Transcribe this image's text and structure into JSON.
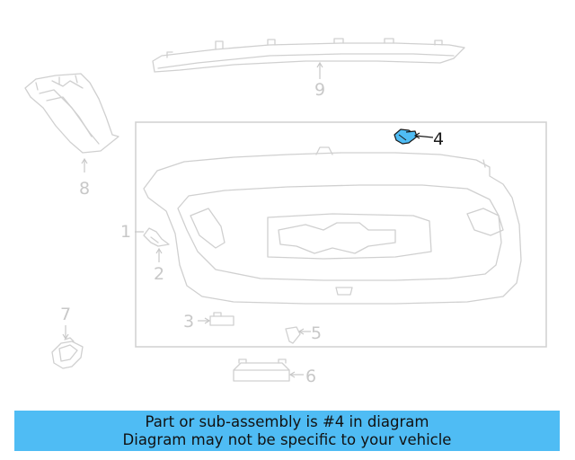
{
  "callouts": {
    "c1": "1",
    "c2": "2",
    "c3": "3",
    "c4": "4",
    "c5": "5",
    "c6": "6",
    "c7": "7",
    "c8": "8",
    "c9": "9"
  },
  "highlighted_part": "4",
  "colors": {
    "highlight_fill": "#4fbcf4",
    "banner_bg": "#4fbcf4",
    "line_gray": "#d0d0d0",
    "active_text": "#1a1a1a"
  },
  "banner": {
    "line1": "Part or sub-assembly is #4 in diagram",
    "line2": "Diagram may not be specific to your vehicle"
  }
}
